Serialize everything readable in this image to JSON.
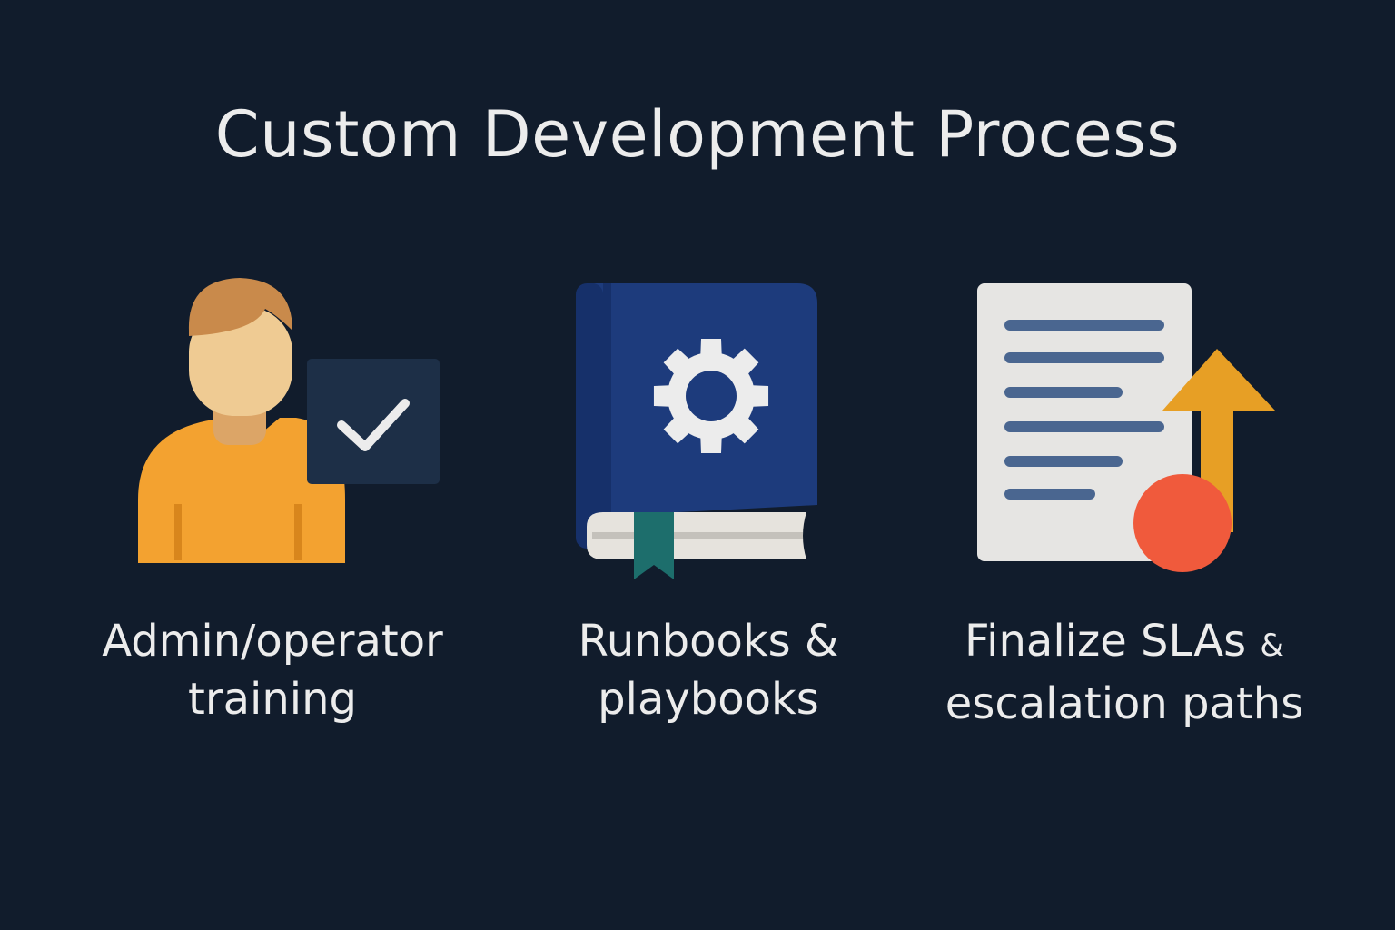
{
  "colors": {
    "background": "#111c2c",
    "text": "#ececec",
    "person_shirt": "#f3a230",
    "person_shirt_shadow": "#d8861c",
    "person_skin": "#efcb93",
    "person_neck": "#dca567",
    "person_hair": "#c98a4b",
    "check_box": "#1d2f47",
    "book_cover": "#1d3b7c",
    "book_spine": "#16306a",
    "gear": "#ececec",
    "pages": "#e6e3dd",
    "bookmark": "#1d6e6c",
    "document": "#e6e5e3",
    "doc_lines": "#4a6690",
    "arrow": "#e79f25",
    "dot": "#f05a3c"
  },
  "header": {
    "title": "Custom Development Process"
  },
  "steps": [
    {
      "icon": "user-check-icon",
      "label_line1": "Admin/operator",
      "label_line2": "training"
    },
    {
      "icon": "book-gear-icon",
      "label_line1": "Runbooks &",
      "label_line2": "playbooks"
    },
    {
      "icon": "document-escalation-icon",
      "label_line1_main": "Finalize SLAs",
      "label_line1_amp": "&",
      "label_line2": "escalation paths"
    }
  ]
}
